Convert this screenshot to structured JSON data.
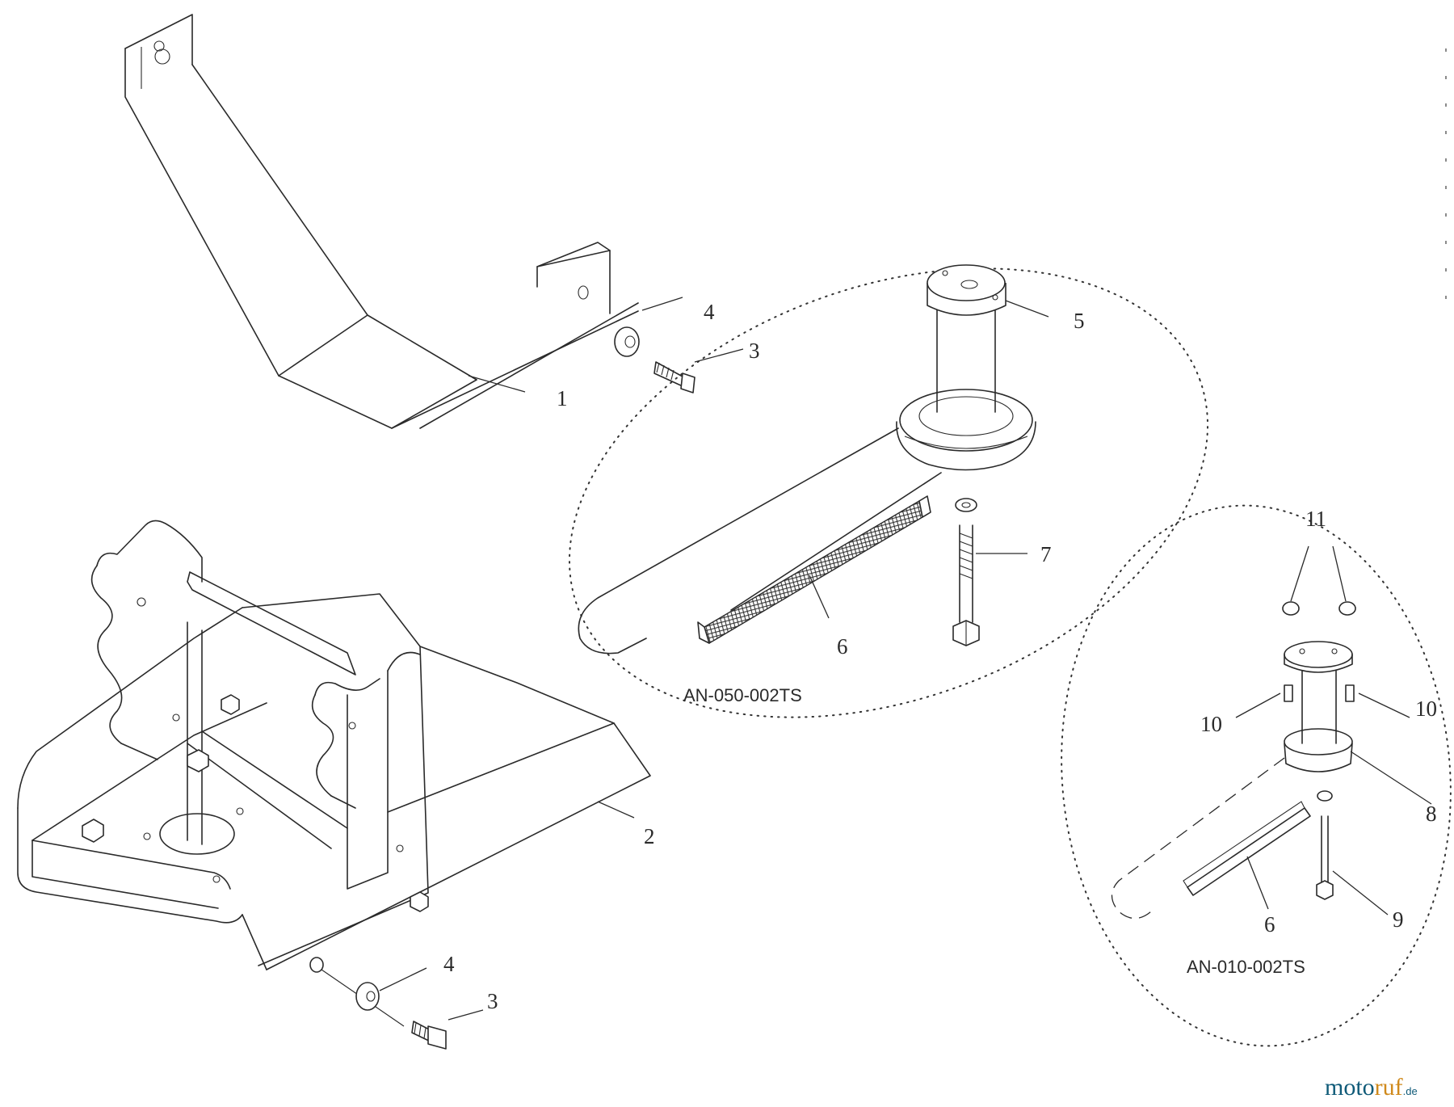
{
  "diagram": {
    "callouts": {
      "c1": "1",
      "c2": "2",
      "c3a": "3",
      "c3b": "3",
      "c4a": "4",
      "c4b": "4",
      "c5": "5",
      "c6a": "6",
      "c6b": "6",
      "c7": "7",
      "c8": "8",
      "c9": "9",
      "c10a": "10",
      "c10b": "10",
      "c11": "11"
    },
    "assemblies": {
      "large": "AN-050-002TS",
      "small": "AN-010-002TS"
    },
    "watermark": {
      "part1": "moto",
      "part2": "ruf",
      "suffix": ".de"
    },
    "colors": {
      "line": "#2a2a2a",
      "brand_blue": "#0f5a78",
      "brand_orange": "#d08a1c"
    }
  }
}
